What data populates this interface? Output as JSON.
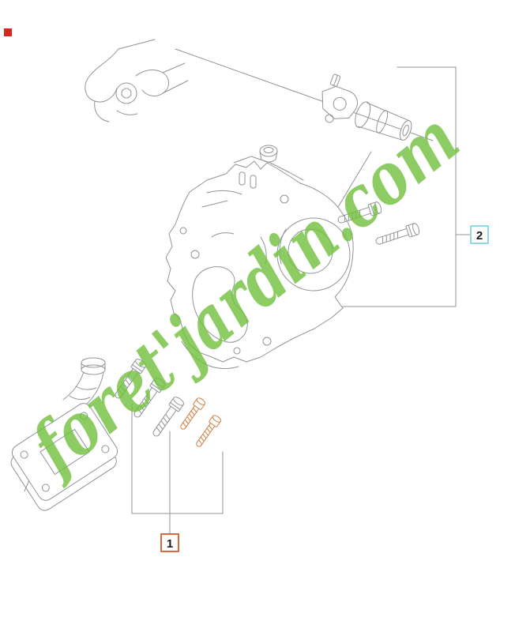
{
  "watermark": {
    "text": "foret'jardin.com",
    "color": "#6fbf3c"
  },
  "callout_1": {
    "label": "1",
    "border_color": "#e0673b"
  },
  "callout_2": {
    "label": "2",
    "border_color": "#92d8e8"
  },
  "corner_marker": {
    "color": "#d3271f"
  },
  "diagram": {
    "line_color": "#8f9499",
    "accent_part_color": "#cf7f42"
  }
}
